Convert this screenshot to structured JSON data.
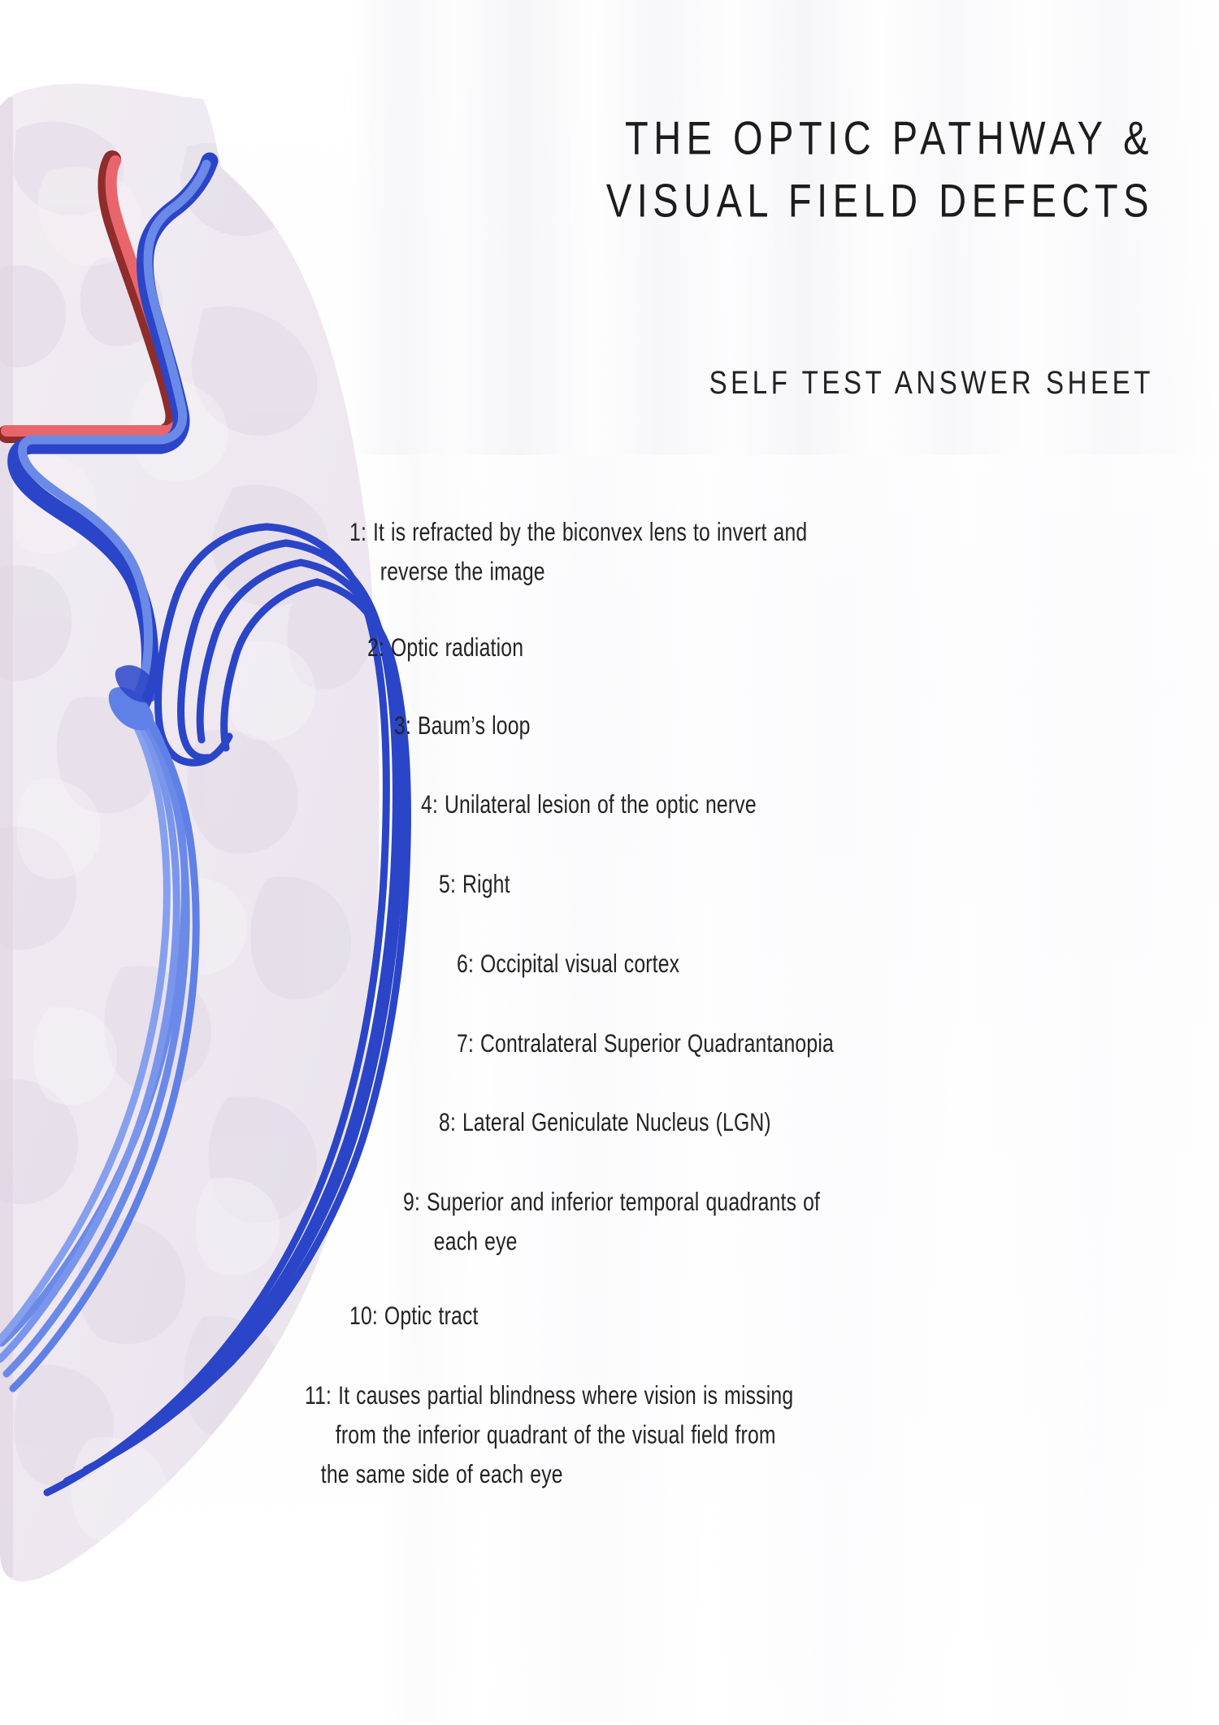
{
  "document": {
    "title_line_1": "THE  OPTIC  PATHWAY  &",
    "title_line_2": "VISUAL  FIELD  DEFECTS",
    "subtitle": "SELF  TEST  ANSWER  SHEET"
  },
  "colors": {
    "text": "#232323",
    "title": "#1c1c1c",
    "page_background": "#ffffff",
    "brain_fill": "#efe9f0",
    "brain_shadow": "#e3dce6",
    "nerve_red": "#e8666b",
    "nerve_red_outline": "#8f2c2c",
    "tract_blue": "#2b45c8",
    "tract_blue_light": "#6b8ae8",
    "tract_blue_mid": "#4a6ee0"
  },
  "answers": [
    {
      "number": "1:",
      "line_1": "It  is  refracted  by  the  biconvex  lens  to  invert  and",
      "line_2": "reverse  the  image",
      "text": "It is refracted by the biconvex lens to invert and reverse the image"
    },
    {
      "number": "2:",
      "line_1": "Optic  radiation",
      "line_2": "",
      "text": "Optic radiation"
    },
    {
      "number": "3:",
      "line_1": "Baum’s  loop",
      "line_2": "",
      "text": "Baum’s loop"
    },
    {
      "number": "4:",
      "line_1": "Unilateral  lesion  of  the  optic  nerve",
      "line_2": "",
      "text": "Unilateral lesion of the optic nerve"
    },
    {
      "number": "5:",
      "line_1": "Right",
      "line_2": "",
      "text": "Right"
    },
    {
      "number": "6:",
      "line_1": "Occipital  visual  cortex",
      "line_2": "",
      "text": "Occipital visual cortex"
    },
    {
      "number": "7:",
      "line_1": "Contralateral  Superior  Quadrantanopia",
      "line_2": "",
      "text": "Contralateral Superior Quadrantanopia"
    },
    {
      "number": "8:",
      "line_1": "Lateral  Geniculate  Nucleus  (LGN)",
      "line_2": "",
      "text": "Lateral Geniculate Nucleus (LGN)"
    },
    {
      "number": "9:",
      "line_1": "Superior  and  inferior  temporal  quadrants  of",
      "line_2": "each  eye",
      "text": "Superior and inferior temporal quadrants of each eye"
    },
    {
      "number": "10:",
      "line_1": "Optic  tract",
      "line_2": "",
      "text": "Optic tract"
    },
    {
      "number": "11:",
      "line_1": "It  causes  partial  blindness  where  vision  is  missing",
      "line_2": "from  the  inferior  quadrant  of  the  visual  field  from",
      "line_3": "the  same  side  of  each  eye",
      "text": "It causes partial blindness where vision is missing from the inferior quadrant of the visual field from the same side of each eye"
    }
  ],
  "illustration": {
    "name": "brain-optic-pathway-diagram",
    "elements": [
      "brain-outline",
      "optic-nerve-red",
      "optic-tract-blue",
      "baums-loop",
      "meyers-loop",
      "optic-radiation-fibers"
    ]
  }
}
